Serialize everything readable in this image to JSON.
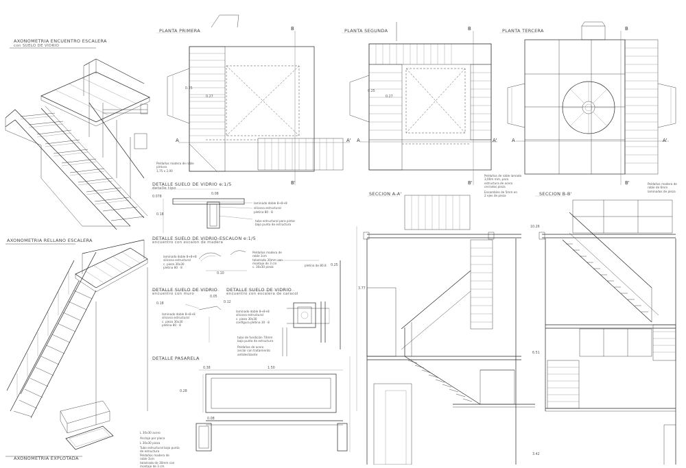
{
  "titles": {
    "axo_encuentro": "AXONOMETRIA ENCUENTRO ESCALERA",
    "axo_encuentro_sub": "con SUELO DE VIDRIO",
    "axo_rellano": "AXONOMETRIA RELLANO ESCALERA",
    "axo_explotada": "AXONOMETRIA EXPLOTADA",
    "planta_primera": "PLANTA PRIMERA",
    "planta_segunda": "PLANTA SEGUNDA",
    "planta_tercera": "PLANTA TERCERA",
    "detalle_suelo_vidrio_1": "DETALLE SUELO DE VIDRIO e:1/5",
    "detalle_suelo_vidrio_1_sub": "detalle tipo",
    "detalle_suelo_vidrio_escalon": "DETALLE SUELO DE VIDRIO-ESCALON e:1/5",
    "detalle_suelo_vidrio_escalon_sub": "encuentro con escalon de madera",
    "detalle_suelo_vidrio_2": "DETALLE SUELO DE VIDRIO",
    "detalle_suelo_vidrio_2_sub": "encuentro con muro",
    "detalle_suelo_vidrio_3": "DETALLE SUELO DE VIDRIO",
    "detalle_suelo_vidrio_3_sub": "encuentro con escalera de caracol",
    "detalle_pasarela": "DETALLE PASARELA",
    "seccion_aa": "SECCION A-A'",
    "seccion_bb": "SECCION B-B'"
  },
  "section_marks": {
    "b": "B",
    "b_prime": "B'",
    "a": "A",
    "a_prime": "A'"
  },
  "dimensions": {
    "d_0_25": "0.25",
    "d_0_27": "0.27",
    "d_0_18": "0.18",
    "d_0_08": "0.08",
    "d_0_12": "0.12",
    "d_0_10": "0.10",
    "d_0_05": "0.05",
    "d_1_50": "1.50",
    "d_0_38": "0.38",
    "d_0_28": "0.28",
    "level_10_26": "10.26",
    "level_6_51": "6.51",
    "level_3_42": "3.42",
    "level_0_078": "0.078",
    "level_3_77": "3.77"
  },
  "notes": {
    "plan1": "Peldaños madera de roble\npintura\n1,75 x 2,00",
    "plan3a": "Peldaños de roble lamado\n3,00m mm, para\nestructura de acero\ncerrados pieza",
    "plan3b": "Peldaños madera de\nroble de 6mm\nlaminados de pieza",
    "plan3c": "Ensambles de 5mm en\n2 ejes de pieza",
    "ds1a": "laminado doble 8+8+8",
    "ds1b": "silicona estructural",
    "ds1c": "pletina 80 · 8",
    "ds1d": "tubo estructural para pintar\nbajo punta de estructura",
    "dse1": "laminado doble 8+8+8\nsilicona estructural\nc. pieza 30x30\npletina 80 · 8",
    "dse2": "Peldaños madera de\nroble 3cm\ntaladrado 30mm con\nmontaje de 3 cm\nc. 30x30 pieza",
    "dse3": "pletina de 80.8",
    "dsv2": "laminado doble 8+8+8\nsilicona estructural\nc. pieza 30x30\npletina 80 · 8",
    "dsv3": "laminado doble 8+8+8\nsilicona estructural\nc. pieza 30x30\nconfigura pletina 30 · 8",
    "dsv3b": "tubo de fundición 70mm\nbajo punta de estructura",
    "dsv3c": "Peldaños de acero\nanclar con tratamiento\nantideslizante",
    "pas1": "L 30x30 acero",
    "pas2": "Anclaje por placa",
    "pas3": "L 30x30 pieza",
    "pas4": "Tubo estructural bajo punta\nde estructura",
    "pas5": "Peldaños madera de\nroble 3cm\ntaladrado de 30mm con\nmontaje de 3 cm"
  },
  "colors": {
    "line": "#222222",
    "background": "#ffffff"
  }
}
